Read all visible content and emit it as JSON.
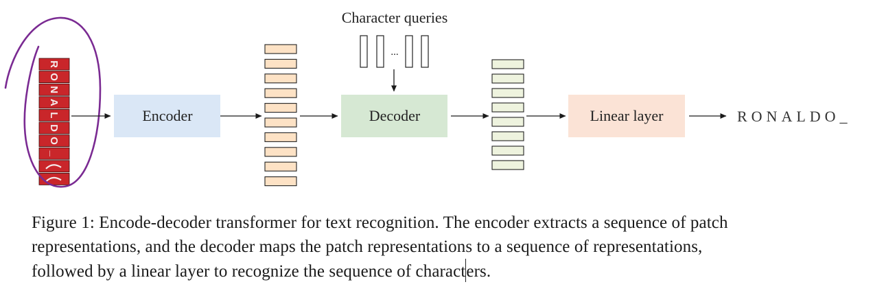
{
  "figure": {
    "query_label": "Character queries",
    "query_ellipsis": "...",
    "encoder_label": "Encoder",
    "decoder_label": "Decoder",
    "linear_label": "Linear layer",
    "output_text": "RONALDO_",
    "input_patches": [
      "R",
      "O",
      "N",
      "A",
      "L",
      "D",
      "O",
      "_",
      "",
      ""
    ],
    "colors": {
      "encoder_fill": "#dae7f6",
      "decoder_fill": "#d6e8d3",
      "linear_fill": "#fbe3d6",
      "encoder_tokens": "#fde2c5",
      "decoder_tokens": "#eef3de",
      "patch_red": "#c9262a",
      "annotation_purple": "#7a2a92"
    }
  },
  "caption": {
    "line1": "Figure 1: Encode-decoder transformer for text recognition. The encoder extracts a sequence of patch",
    "line2": "representations, and the decoder maps the patch representations to a sequence of representations,",
    "line3a": "followed by a linear layer to recognize the sequence of charact",
    "line3b": "ers."
  }
}
